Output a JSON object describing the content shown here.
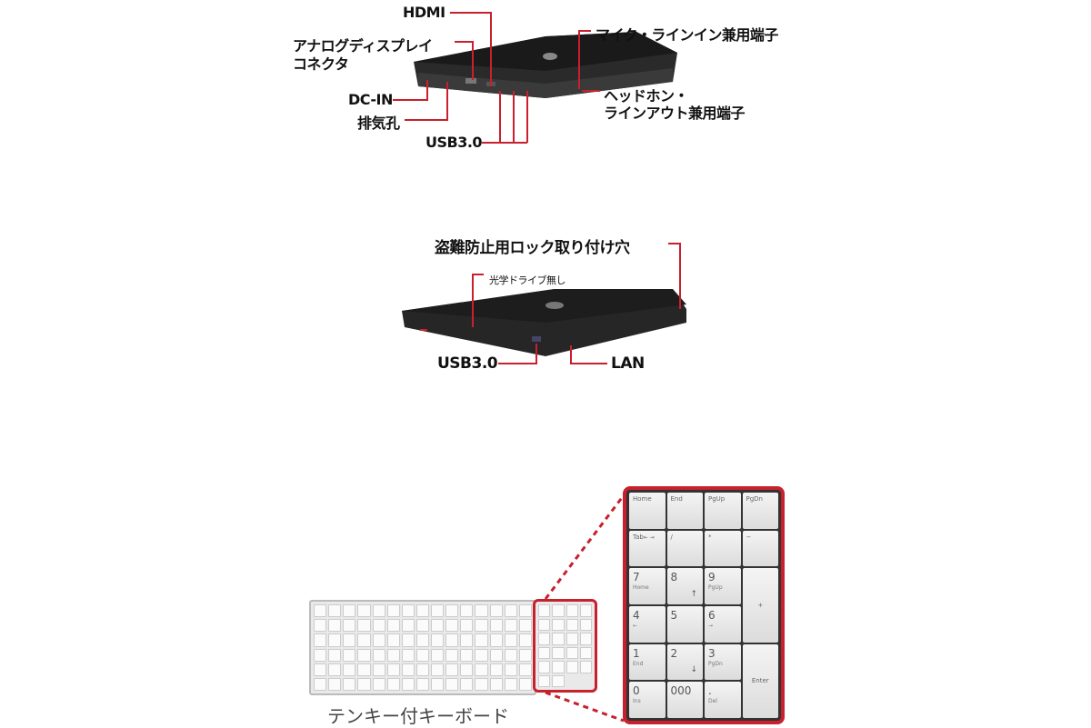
{
  "top_view": {
    "labels": {
      "hdmi": "HDMI",
      "analog_1": "アナログディスプレイ",
      "analog_2": "コネクタ",
      "dc_in": "DC-IN",
      "vent": "排気孔",
      "usb": "USB3.0",
      "mic": "マイク・ラインイン兼用端子",
      "hp_1": "ヘッドホン・",
      "hp_2": "ラインアウト兼用端子"
    }
  },
  "side_view": {
    "labels": {
      "lock": "盗難防止用ロック取り付け穴",
      "optical": "光学ドライブ無し",
      "usb": "USB3.0",
      "lan": "LAN"
    }
  },
  "keyboard": {
    "caption": "テンキー付キーボード",
    "keypad": [
      {
        "main": "Home"
      },
      {
        "main": "End"
      },
      {
        "main": "PgUp"
      },
      {
        "main": "PgDn"
      },
      {
        "main": "Tab",
        "sub": "⇤ ⇥"
      },
      {
        "main": "/"
      },
      {
        "main": "*"
      },
      {
        "main": "−"
      },
      {
        "main": "7",
        "sub": "Home"
      },
      {
        "main": "8",
        "arrow": "↑"
      },
      {
        "main": "9",
        "sub": "PgUp"
      },
      {
        "main": "+"
      },
      {
        "main": "4",
        "sub": "←"
      },
      {
        "main": "5"
      },
      {
        "main": "6",
        "sub": "→"
      },
      {
        "main": "1",
        "sub": "End"
      },
      {
        "main": "2",
        "arrow": "↓"
      },
      {
        "main": "3",
        "sub": "PgDn"
      },
      {
        "main": "Enter"
      },
      {
        "main": "0",
        "sub": "Ins"
      },
      {
        "main": "000"
      },
      {
        "main": ".",
        "sub": "Del"
      }
    ]
  },
  "colors": {
    "accent": "#c8202c"
  }
}
